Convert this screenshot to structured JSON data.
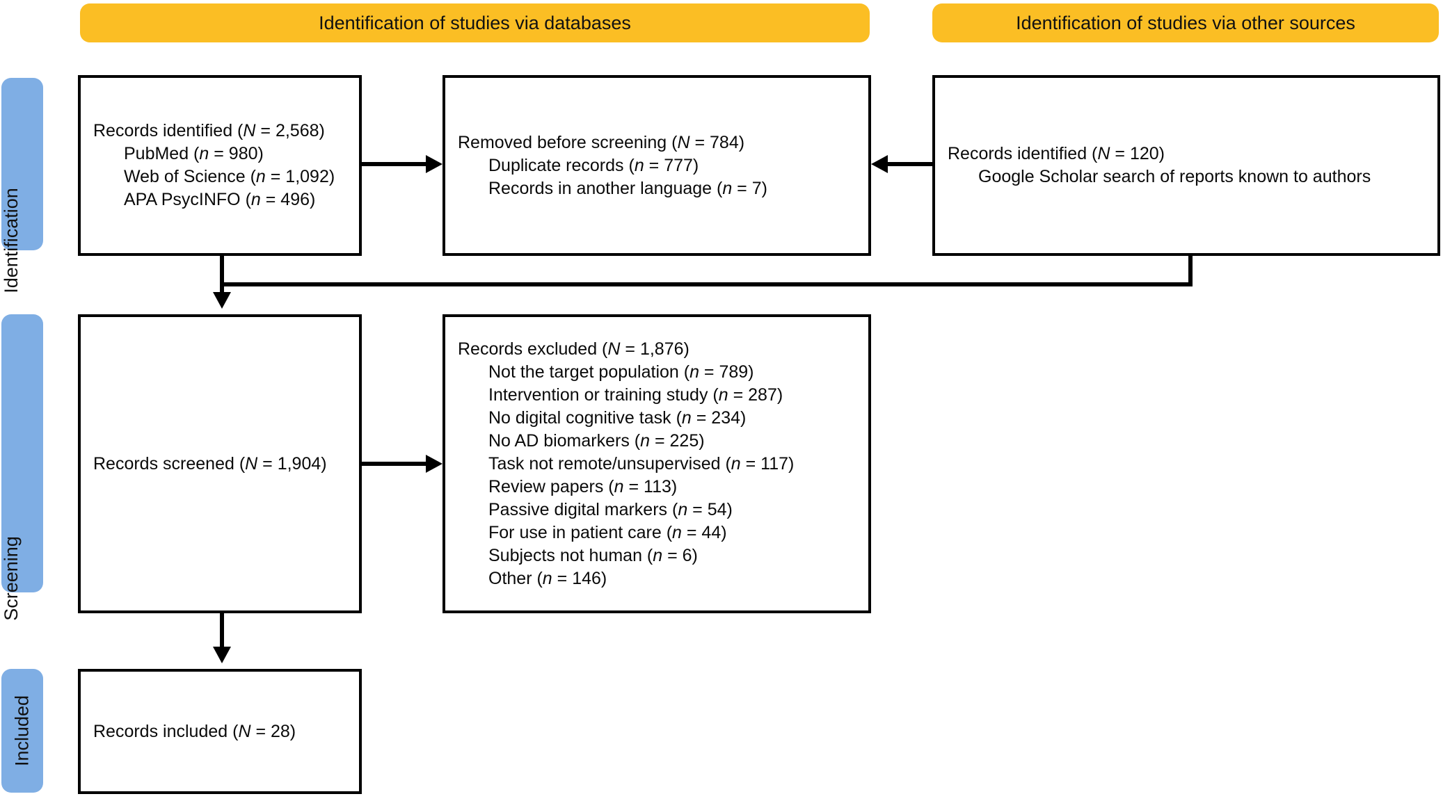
{
  "diagram": {
    "type": "prisma-flow-diagram",
    "accent_yellow": "#FBBE24",
    "accent_blue": "#7FAEE4",
    "line_color": "#000000"
  },
  "phase_headers": [
    {
      "id": "databases",
      "label": "Identification of studies via databases"
    },
    {
      "id": "other-sources",
      "label": "Identification of studies via other sources"
    }
  ],
  "stage_labels": [
    {
      "id": "identification",
      "label": "Identification"
    },
    {
      "id": "screening",
      "label": "Screening"
    },
    {
      "id": "included",
      "label": "Included"
    }
  ],
  "boxes": {
    "records_identified_db": {
      "title": "Records identified (N = 2,568)",
      "title_parts": {
        "before": "Records identified (",
        "symbol": "N",
        "after": " = 2,568)"
      },
      "items": [
        {
          "text": "PubMed (n = 980)",
          "before": "PubMed (",
          "symbol": "n",
          "after": " = 980)"
        },
        {
          "text": "Web of Science (n = 1,092)",
          "before": "Web of Science (",
          "symbol": "n",
          "after": " = 1,092)"
        },
        {
          "text": "APA PsycINFO (n = 496)",
          "before": "APA PsycINFO (",
          "symbol": "n",
          "after": " = 496)"
        }
      ]
    },
    "removed_before_screening": {
      "title": "Removed before screening (N = 784)",
      "title_parts": {
        "before": "Removed before screening (",
        "symbol": "N",
        "after": " = 784)"
      },
      "items": [
        {
          "text": "Duplicate records (n = 777)",
          "before": "Duplicate records (",
          "symbol": "n",
          "after": " = 777)"
        },
        {
          "text": "Records in another language (n = 7)",
          "before": "Records in another language (",
          "symbol": "n",
          "after": " = 7)"
        }
      ]
    },
    "records_identified_other": {
      "title": "Records identified (N = 120)",
      "title_parts": {
        "before": "Records identified (",
        "symbol": "N",
        "after": " = 120)"
      },
      "items": [
        {
          "text": "Google Scholar search of reports known to authors",
          "before": "Google Scholar search of reports known to authors",
          "symbol": "",
          "after": ""
        }
      ]
    },
    "records_screened": {
      "title": "Records screened (N = 1,904)",
      "title_parts": {
        "before": "Records screened (",
        "symbol": "N",
        "after": " = 1,904)"
      },
      "items": []
    },
    "records_excluded": {
      "title": "Records excluded (N = 1,876)",
      "title_parts": {
        "before": "Records excluded (",
        "symbol": "N",
        "after": " = 1,876)"
      },
      "items": [
        {
          "text": "Not the target population (n = 789)",
          "before": "Not the target population (",
          "symbol": "n",
          "after": " = 789)"
        },
        {
          "text": "Intervention or training study (n = 287)",
          "before": "Intervention or training study (",
          "symbol": "n",
          "after": " = 287)"
        },
        {
          "text": "No digital cognitive task (n = 234)",
          "before": "No digital cognitive task (",
          "symbol": "n",
          "after": " = 234)"
        },
        {
          "text": "No AD biomarkers (n = 225)",
          "before": "No AD biomarkers (",
          "symbol": "n",
          "after": " = 225)"
        },
        {
          "text": "Task not remote/unsupervised (n = 117)",
          "before": "Task not remote/unsupervised (",
          "symbol": "n",
          "after": " = 117)"
        },
        {
          "text": "Review papers (n = 113)",
          "before": "Review papers (",
          "symbol": "n",
          "after": " = 113)"
        },
        {
          "text": "Passive digital markers (n = 54)",
          "before": "Passive digital markers (",
          "symbol": "n",
          "after": " = 54)"
        },
        {
          "text": "For use in patient care (n = 44)",
          "before": "For use in patient care (",
          "symbol": "n",
          "after": " = 44)"
        },
        {
          "text": "Subjects not human (n = 6)",
          "before": "Subjects not human (",
          "symbol": "n",
          "after": " = 6)"
        },
        {
          "text": "Other (n = 146)",
          "before": "Other (",
          "symbol": "n",
          "after": " = 146)"
        }
      ]
    },
    "records_included": {
      "title": "Records included (N = 28)",
      "title_parts": {
        "before": "Records included (",
        "symbol": "N",
        "after": " = 28)"
      },
      "items": []
    }
  }
}
